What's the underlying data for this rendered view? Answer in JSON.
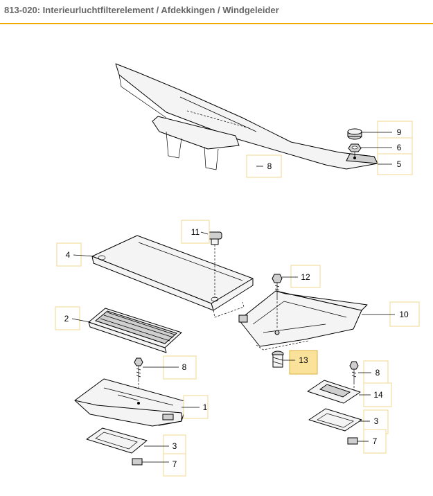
{
  "header": {
    "title": "813-020: Interieurluchtfilterelement / Afdekkingen / Windgeleider",
    "accent_color": "#f2a900"
  },
  "diagram": {
    "highlight_color": "#fbe29a",
    "callouts": [
      {
        "id": "c9",
        "label": "9"
      },
      {
        "id": "c6",
        "label": "6"
      },
      {
        "id": "c5",
        "label": "5"
      },
      {
        "id": "c8a",
        "label": "8"
      },
      {
        "id": "c11",
        "label": "11"
      },
      {
        "id": "c4",
        "label": "4"
      },
      {
        "id": "c12",
        "label": "12"
      },
      {
        "id": "c10",
        "label": "10"
      },
      {
        "id": "c2",
        "label": "2"
      },
      {
        "id": "c13",
        "label": "13",
        "highlighted": true
      },
      {
        "id": "c8b",
        "label": "8"
      },
      {
        "id": "c8c",
        "label": "8"
      },
      {
        "id": "c14",
        "label": "14"
      },
      {
        "id": "c1",
        "label": "1"
      },
      {
        "id": "c3a",
        "label": "3"
      },
      {
        "id": "c3b",
        "label": "3"
      },
      {
        "id": "c7a",
        "label": "7"
      },
      {
        "id": "c7b",
        "label": "7"
      }
    ]
  }
}
